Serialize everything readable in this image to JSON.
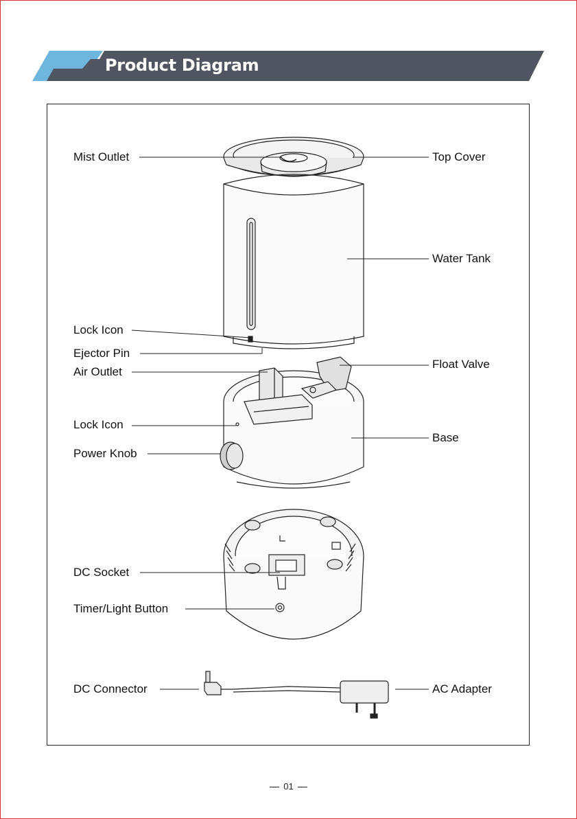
{
  "header": {
    "title": "Product Diagram"
  },
  "labels": {
    "mist_outlet": "Mist Outlet",
    "top_cover": "Top Cover",
    "water_tank": "Water Tank",
    "lock_icon_tank": "Lock Icon",
    "ejector_pin": "Ejector Pin",
    "air_outlet": "Air Outlet",
    "float_valve": "Float Valve",
    "lock_icon_base": "Lock Icon",
    "base": "Base",
    "power_knob": "Power Knob",
    "dc_socket": "DC Socket",
    "timer_light_button": "Timer/Light Button",
    "dc_connector": "DC Connector",
    "ac_adapter": "AC Adapter"
  },
  "footer": {
    "page_number": "01"
  },
  "colors": {
    "header_bar": "#505561",
    "header_accent": "#6fb6dc",
    "border": "#d9343a"
  }
}
